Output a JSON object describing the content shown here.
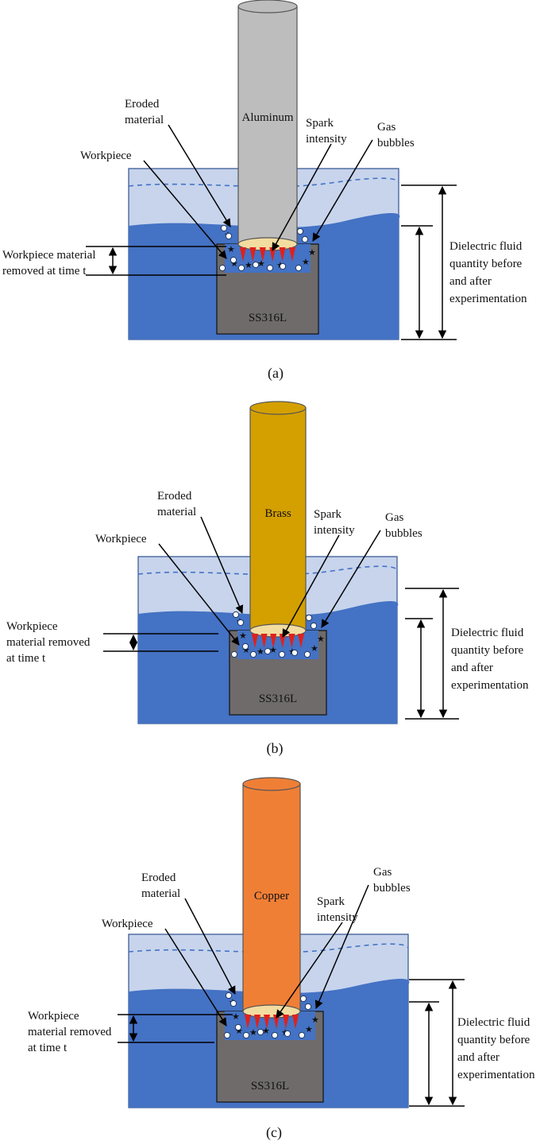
{
  "colors": {
    "tank_light": "#c7d4ec",
    "tank_dark": "#4472c4",
    "dash_line": "#4472c4",
    "workpiece": "#6f6b6b",
    "spark": "#e0201b",
    "star": "#1f3864",
    "bubble": "#ffffff"
  },
  "panels": [
    {
      "caption": "(a)",
      "electrode": {
        "material": "Aluminum",
        "color": "#bdbdbd"
      },
      "workpiece_material": "SS316L",
      "labels": {
        "eroded": [
          "Eroded",
          "material"
        ],
        "workpiece": "Workpiece",
        "spark": [
          "Spark",
          "intensity"
        ],
        "gas": [
          "Gas",
          "bubbles"
        ],
        "removed": [
          "Workpiece material",
          "removed at time t"
        ],
        "fluid": [
          "Dielectric fluid",
          "quantity before",
          "and after",
          "experimentation"
        ]
      }
    },
    {
      "caption": "(b)",
      "electrode": {
        "material": "Brass",
        "color": "#d4a000"
      },
      "workpiece_material": "SS316L",
      "labels": {
        "eroded": [
          "Eroded",
          "material"
        ],
        "workpiece": "Workpiece",
        "spark": [
          "Spark",
          "intensity"
        ],
        "gas": [
          "Gas",
          "bubbles"
        ],
        "removed": [
          "Workpiece",
          "material removed",
          "at time t"
        ],
        "fluid": [
          "Dielectric fluid",
          "quantity before",
          "and after",
          "experimentation"
        ]
      }
    },
    {
      "caption": "(c)",
      "electrode": {
        "material": "Copper",
        "color": "#f07f36"
      },
      "workpiece_material": "SS316L",
      "labels": {
        "eroded": [
          "Eroded",
          "material"
        ],
        "workpiece": "Workpiece",
        "spark": [
          "Spark",
          "intensity"
        ],
        "gas": [
          "Gas",
          "bubbles"
        ],
        "removed": [
          "Workpiece",
          "material removed",
          "at time t"
        ],
        "fluid": [
          "Dielectric fluid",
          "quantity before",
          "and after",
          "experimentation"
        ]
      }
    }
  ]
}
